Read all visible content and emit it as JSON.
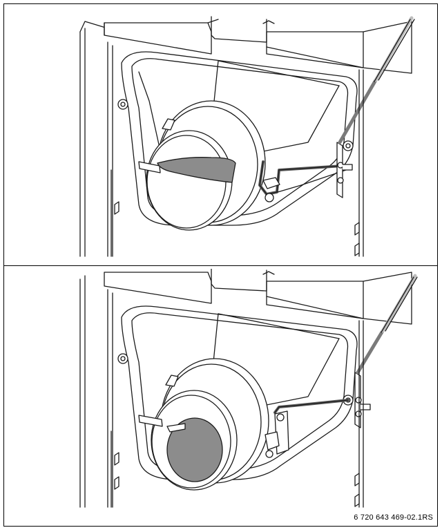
{
  "figure": {
    "caption": "6 720 643 469-02.1RS",
    "colors": {
      "line": "#1a1a1a",
      "part_fill": "#ffffff",
      "shaded_part": "#8c8c8c",
      "rod": "#9a9a9a"
    },
    "panels": [
      {
        "name": "top",
        "damper_state": "horizontal"
      },
      {
        "name": "bottom",
        "damper_state": "vertical"
      }
    ]
  }
}
